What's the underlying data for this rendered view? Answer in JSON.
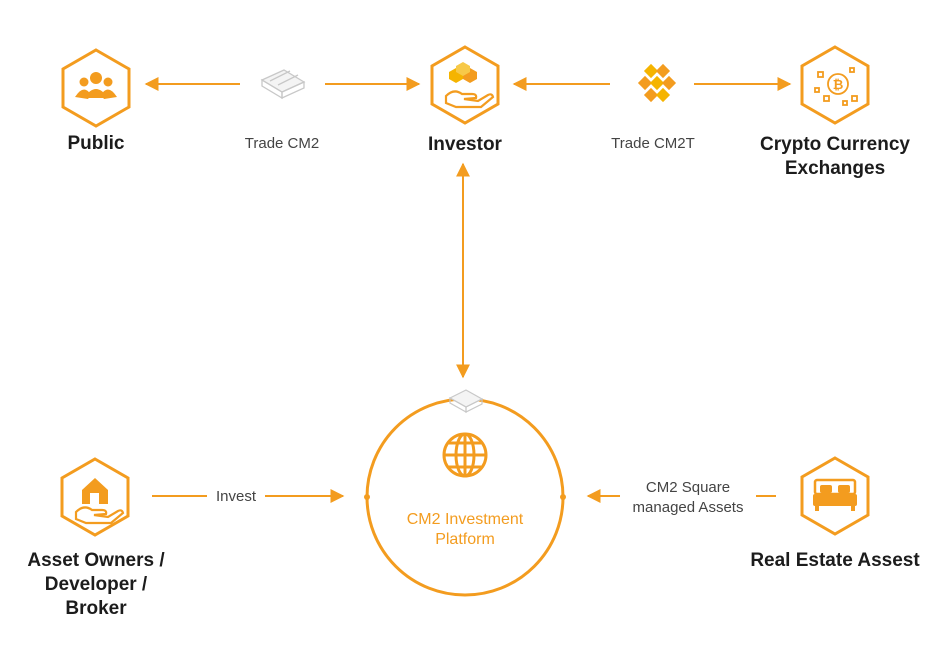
{
  "colors": {
    "accent": "#f39c1f",
    "text": "#1c1c1c",
    "muted": "#444444"
  },
  "nodes": {
    "public": {
      "label": "Public",
      "icon": "people-group-icon"
    },
    "investor": {
      "label": "Investor",
      "icon": "hand-with-coins-icon"
    },
    "exchanges": {
      "label_line1": "Crypto Currency",
      "label_line2": "Exchanges",
      "icon": "bitcoin-chip-icon"
    },
    "asset_owners": {
      "label_line1": "Asset Owners /",
      "label_line2": "Developer /",
      "label_line3": "Broker",
      "icon": "hand-with-house-icon"
    },
    "real_estate": {
      "label": "Real Estate Assest",
      "icon": "bed-icon"
    },
    "platform": {
      "label_line1": "CM2 Investment",
      "label_line2": "Platform",
      "icon": "globe-icon"
    }
  },
  "flows": {
    "trade_cm2": "Trade CM2",
    "trade_cm2t": "Trade CM2T",
    "invest": "Invest",
    "managed_line1": "CM2 Square",
    "managed_line2": "managed Assets"
  }
}
